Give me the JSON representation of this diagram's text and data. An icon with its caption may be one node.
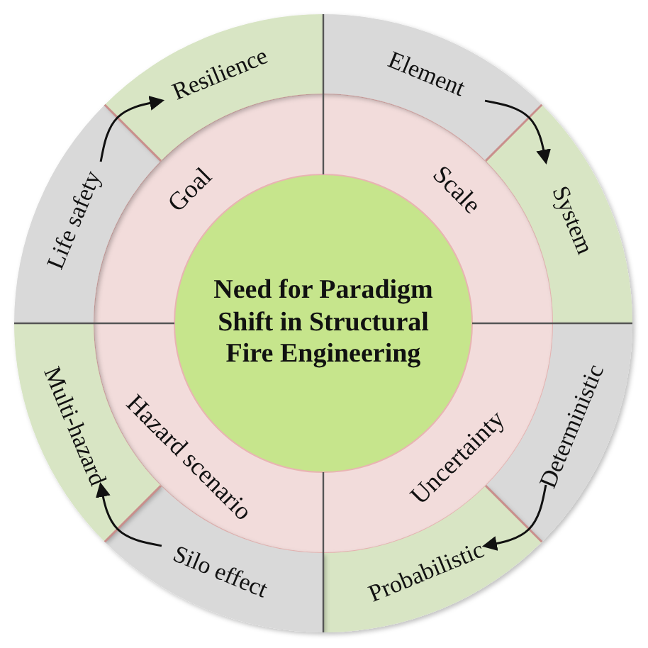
{
  "diagram": {
    "nodes": [
      {
        "text": [
          "Need for Paradigm Shift in Structural Fire Engineering"
        ]
      },
      {
        "text": [
          "Goal"
        ]
      },
      {
        "text": [
          "Scale"
        ]
      },
      {
        "text": [
          "Uncertainty"
        ]
      },
      {
        "text": [
          "Hazard scenario"
        ]
      },
      {
        "text": [
          "Life safety"
        ]
      },
      {
        "text": [
          "Resilience"
        ]
      },
      {
        "text": [
          "Element"
        ]
      },
      {
        "text": [
          "System"
        ]
      },
      {
        "text": [
          "Deterministic"
        ]
      },
      {
        "text": [
          "Probabilistic"
        ]
      },
      {
        "text": [
          "Silo effect"
        ]
      },
      {
        "text": [
          "Multi-hazard"
        ]
      }
    ],
    "edges": [
      {
        "from": 5,
        "to": 6,
        "arrow": "to"
      },
      {
        "from": 7,
        "to": 8,
        "arrow": "to"
      },
      {
        "from": 9,
        "to": 10,
        "arrow": "to"
      },
      {
        "from": 11,
        "to": 12,
        "arrow": "to"
      }
    ]
  }
}
